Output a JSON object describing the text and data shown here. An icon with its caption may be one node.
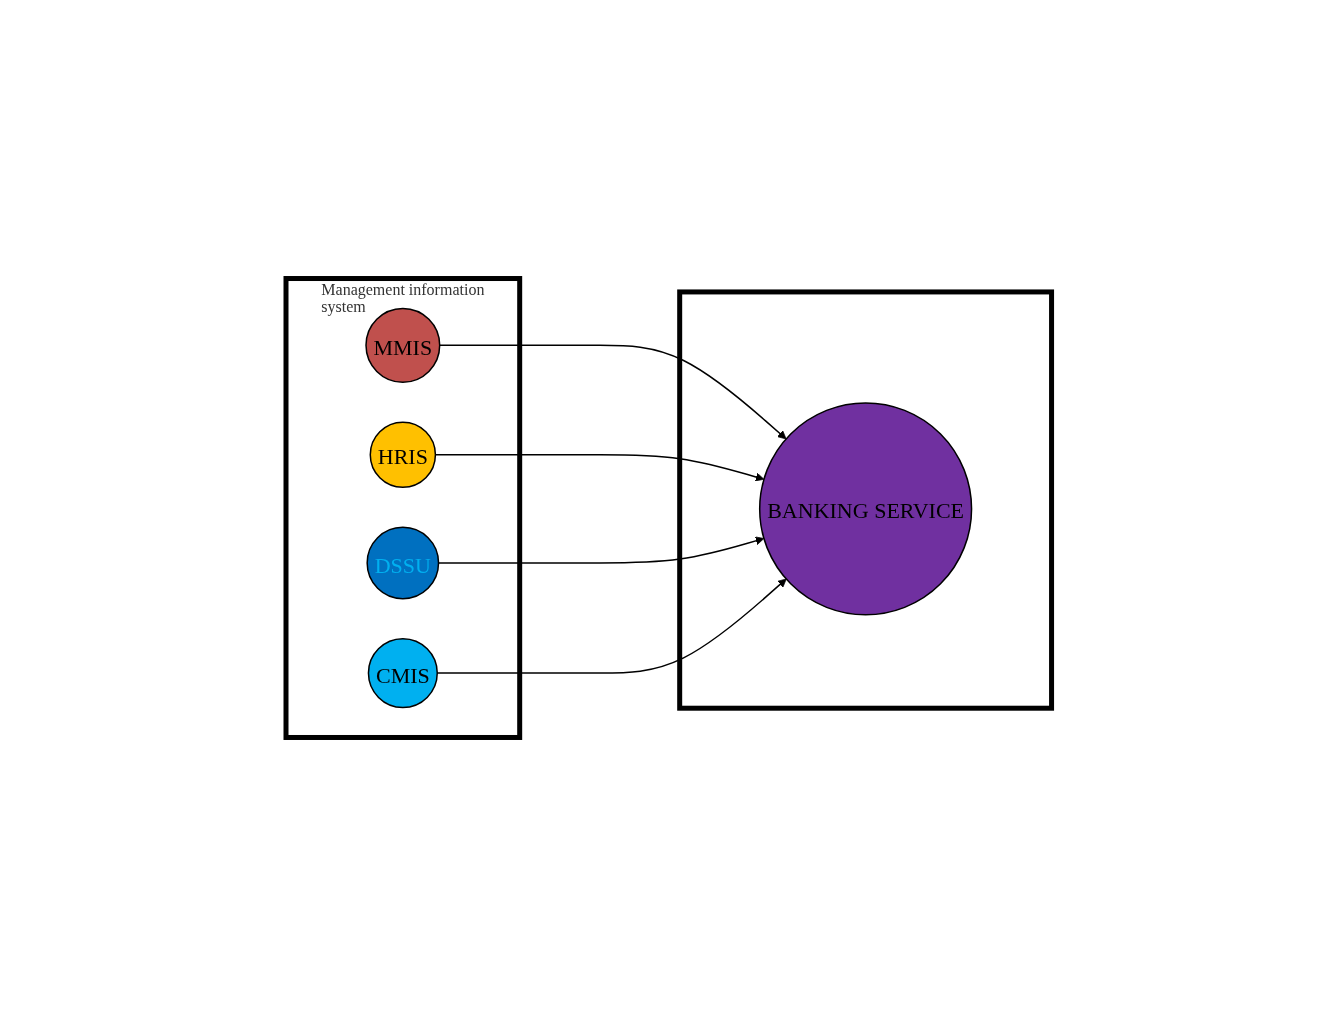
{
  "diagram": {
    "nodes": [
      {
        "text": [
          "Management information system"
        ]
      },
      {
        "text": [
          "MMIS"
        ],
        "in": 0
      },
      {
        "text": [
          "HRIS"
        ],
        "in": 0
      },
      {
        "text": [
          "DSSU"
        ],
        "in": 0
      },
      {
        "text": [
          "CMIS"
        ],
        "in": 0
      },
      {
        "text": [],
        "shape": "box"
      },
      {
        "text": [
          "BANKING SERVICE"
        ],
        "in": 5
      }
    ],
    "edges": [
      {
        "from": 1,
        "to": 6,
        "arrow": "to"
      },
      {
        "from": 2,
        "to": 6,
        "arrow": "to"
      },
      {
        "from": 3,
        "to": 6,
        "arrow": "to"
      },
      {
        "from": 4,
        "to": 6,
        "arrow": "to"
      }
    ]
  }
}
